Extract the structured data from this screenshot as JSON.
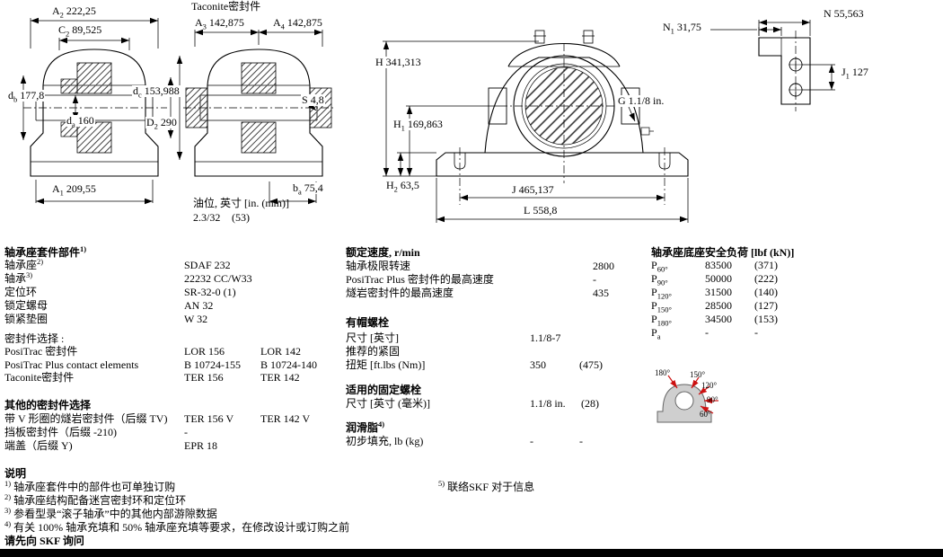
{
  "drawing": {
    "taconite_title": "Taconite密封件",
    "oil_label": "油位, 英寸 [in. (mm)]",
    "oil_v1": "2.3/32",
    "oil_v2": "(53)",
    "dims": {
      "A2": {
        "b": "A",
        "s": "2",
        "v": "222,25"
      },
      "C2": {
        "b": "C",
        "s": "2",
        "v": "89,525"
      },
      "A3": {
        "b": "A",
        "s": "3",
        "v": "142,875"
      },
      "A4": {
        "b": "A",
        "s": "4",
        "v": "142,875"
      },
      "N": {
        "b": "N",
        "s": "",
        "v": "55,563"
      },
      "N1": {
        "b": "N",
        "s": "1",
        "v": "31,75"
      },
      "db": {
        "b": "d",
        "s": "b",
        "v": "177,8"
      },
      "dc": {
        "b": "d",
        "s": "c",
        "v": "153,988"
      },
      "H": {
        "b": "H",
        "s": "",
        "v": "341,313"
      },
      "J1": {
        "b": "J",
        "s": "1",
        "v": "127"
      },
      "S": {
        "b": "S",
        "s": "",
        "v": "4,8"
      },
      "da": {
        "b": "d",
        "s": "a",
        "v": "160"
      },
      "D2": {
        "b": "D",
        "s": "2",
        "v": "290"
      },
      "G": {
        "b": "G",
        "s": "",
        "v": "1.1/8 in."
      },
      "H1": {
        "b": "H",
        "s": "1",
        "v": "169,863"
      },
      "A1": {
        "b": "A",
        "s": "1",
        "v": "209,55"
      },
      "ba": {
        "b": "b",
        "s": "a",
        "v": "75,4"
      },
      "H2": {
        "b": "H",
        "s": "2",
        "v": "63,5"
      },
      "J": {
        "b": "J",
        "s": "",
        "v": "465,137"
      },
      "L": {
        "b": "L",
        "s": "",
        "v": "558,8"
      }
    }
  },
  "parts": {
    "header": "轴承座套件部件",
    "header_sup": "1)",
    "rows": [
      {
        "label": "轴承座",
        "sup": "2)",
        "v1": "SDAF 232"
      },
      {
        "label": "轴承",
        "sup": "3)",
        "v1": "22232 CC/W33"
      },
      {
        "label": "定位环",
        "v1": "SR-32-0 (1)"
      },
      {
        "label": "锁定螺母",
        "v1": "AN 32"
      },
      {
        "label": "锁紧垫圈",
        "v1": "W 32"
      }
    ],
    "seals_header": "密封件选择 :",
    "seal_rows": [
      {
        "label": "PosiTrac 密封件",
        "v1": "LOR 156",
        "v2": "LOR 142"
      },
      {
        "label": "PosiTrac Plus contact elements",
        "v1": "B 10724-155",
        "v2": "B 10724-140"
      },
      {
        "label": "Taconite密封件",
        "v1": "TER 156",
        "v2": "TER 142"
      }
    ],
    "other_header": "其他的密封件选择",
    "other_rows": [
      {
        "label": "带 V 形圈的燧岩密封件（后缀 TV)",
        "v1": "TER 156 V",
        "v2": "TER 142 V"
      },
      {
        "label": "挡板密封件（后缀 -210)",
        "v1": "-",
        "v2": ""
      },
      {
        "label": "端盖（后缀 Y)",
        "v1": "EPR 18",
        "v2": ""
      }
    ]
  },
  "speeds": {
    "header": "额定速度, r/min",
    "rows": [
      {
        "label": "轴承极限转速",
        "value": "2800"
      },
      {
        "label": "PosiTrac Plus 密封件的最高速度",
        "value": "-"
      },
      {
        "label": "燧岩密封件的最高速度",
        "value": "435"
      }
    ]
  },
  "cap_bolts": {
    "header": "有帽螺栓",
    "size_label": "尺寸 [英寸]",
    "size_value": "1.1/8-7",
    "torque_label1": "推荐的紧固",
    "torque_label2": "扭矩 [ft.lbs (Nm)]",
    "torque_v1": "350",
    "torque_v2": "(475)"
  },
  "attach_bolts": {
    "header": "适用的固定螺栓",
    "size_label": "尺寸 [英寸 (毫米)]",
    "v1": "1.1/8 in.",
    "v2": "(28)"
  },
  "grease": {
    "header": "润滑脂",
    "sup": "4)",
    "label": "初步填充, lb (kg)",
    "v1": "-",
    "v2": "-"
  },
  "loads": {
    "header": "轴承座底座安全负荷 [lbf (kN)]",
    "rows": [
      {
        "b": "P",
        "s": "60°",
        "v1": "83500",
        "v2": "(371)"
      },
      {
        "b": "P",
        "s": "90°",
        "v1": "50000",
        "v2": "(222)"
      },
      {
        "b": "P",
        "s": "120°",
        "v1": "31500",
        "v2": "(140)"
      },
      {
        "b": "P",
        "s": "150°",
        "v1": "28500",
        "v2": "(127)"
      },
      {
        "b": "P",
        "s": "180°",
        "v1": "34500",
        "v2": "(153)"
      },
      {
        "b": "P",
        "s": "a",
        "v1": "-",
        "v2": "-"
      }
    ],
    "angles": [
      "180°",
      "150°",
      "120°",
      "90°",
      "60°"
    ]
  },
  "notes": {
    "header": "说明",
    "items": [
      {
        "sup": "1)",
        "text": "轴承座套件中的部件也可单独订购"
      },
      {
        "sup": "2)",
        "text": "轴承座结构配备迷宫密封环和定位环"
      },
      {
        "sup": "3)",
        "text": "参看型录“滚子轴承”中的其他内部游隙数据"
      },
      {
        "sup": "4)",
        "text": "有关 100% 轴承充填和 50% 轴承座充填等要求，在修改设计或订购之前"
      }
    ],
    "footer": "请先向 SKF 询问",
    "contact_sup": "5)",
    "contact_text": "联络SKF 对于信息"
  }
}
